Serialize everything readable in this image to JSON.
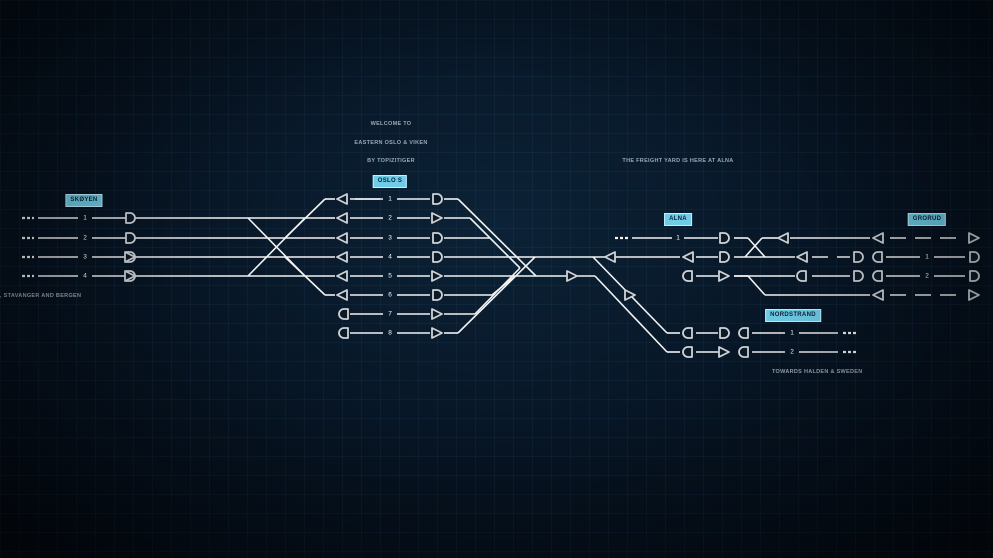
{
  "intro": {
    "line1": "Welcome to",
    "line2": "Eastern Oslo & Viken",
    "line3": "By TopiziTiger"
  },
  "freight_note": "The freight yard is here at Alna",
  "stations": {
    "skoyen": "Skøyen",
    "oslo_s": "Oslo S",
    "alna": "Alna",
    "grorud": "Grorud",
    "nordstrand": "Nordstrand"
  },
  "destinations": {
    "west": ", Stavanger and Bergen",
    "south": "Towards Halden & Sweden"
  },
  "track_numbers": {
    "skoyen": [
      "1",
      "2",
      "3",
      "4"
    ],
    "oslo": [
      "1",
      "2",
      "3",
      "4",
      "5",
      "6",
      "7",
      "8"
    ],
    "alna": "1",
    "grorud": [
      "1",
      "2"
    ],
    "nordstrand": [
      "1",
      "2"
    ]
  },
  "colors": {
    "background": "#071626",
    "track": "#f2f2f2",
    "label_bg": "#6ecce6",
    "caption": "#9aa7b3"
  }
}
